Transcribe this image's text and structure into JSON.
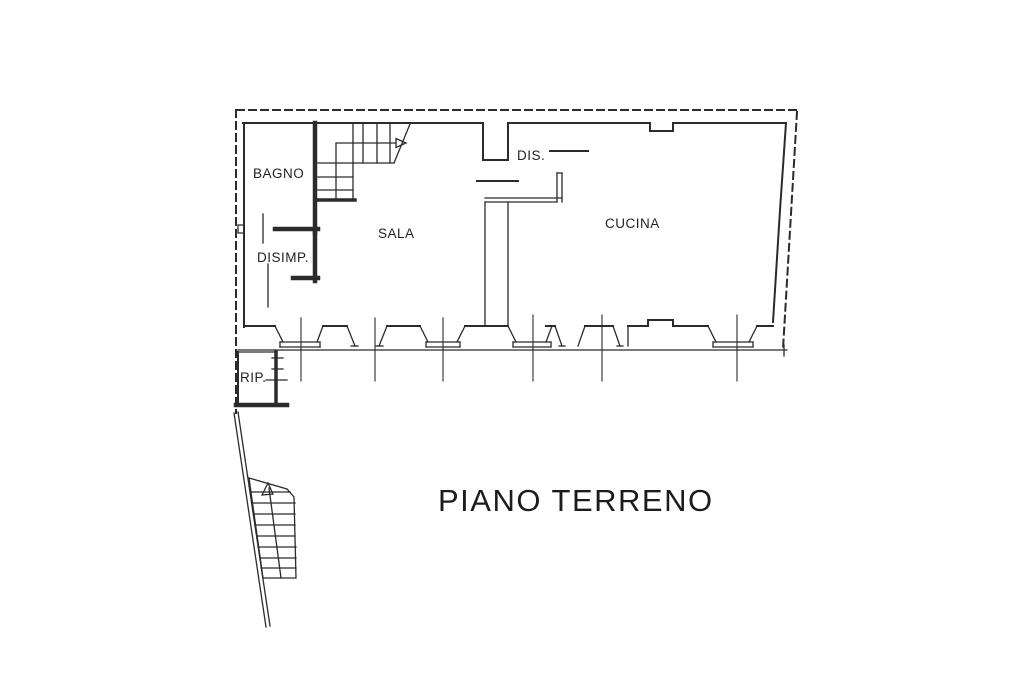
{
  "drawing": {
    "title": "PIANO TERRENO",
    "room_labels": {
      "bagno": "BAGNO",
      "disimp": "DISIMP.",
      "sala": "SALA",
      "dis": "DIS.",
      "cucina": "CUCINA",
      "rip": "RIP."
    },
    "colors": {
      "line": "#2b2b2b",
      "background": "#ffffff"
    }
  }
}
